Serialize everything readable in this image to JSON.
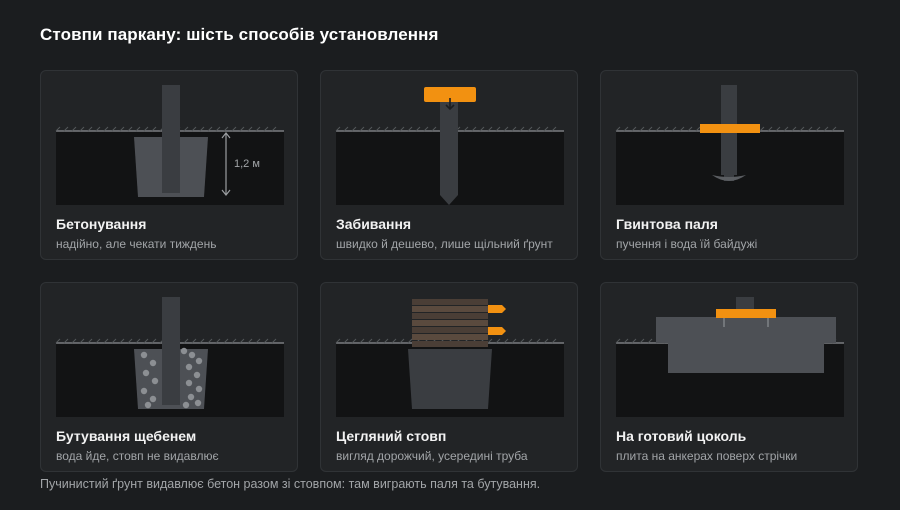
{
  "title": "Стовпи паркану: шість способів установлення",
  "colors": {
    "background": "#1b1d1f",
    "card": "#222426",
    "ground": "#121314",
    "post": "#3a3d41",
    "concrete": "#4d5055",
    "accent": "#f29111",
    "text_muted": "#a2a5a8"
  },
  "methods": [
    {
      "name": "Бетонування",
      "desc": "надійно, але чекати тиждень",
      "depth_label": "1,2 м",
      "icon": "concrete-post-illustration"
    },
    {
      "name": "Забивання",
      "desc": "швидко й дешево, лише щільний ґрунт",
      "icon": "driven-post-illustration"
    },
    {
      "name": "Гвинтова паля",
      "desc": "пучення і вода їй байдужі",
      "icon": "screw-pile-illustration"
    },
    {
      "name": "Бутування щебенем",
      "desc": "вода йде, стовп не видавлює",
      "icon": "rubble-post-illustration"
    },
    {
      "name": "Цегляний стовп",
      "desc": "вигляд дорожчий, усередині труба",
      "icon": "brick-pillar-illustration"
    },
    {
      "name": "На готовий цоколь",
      "desc": "плита на анкерах поверх стрічки",
      "icon": "plinth-mount-illustration"
    }
  ],
  "footnote": "Пучинистий ґрунт видавлює бетон разом зі стовпом: там виграють паля та бутування."
}
